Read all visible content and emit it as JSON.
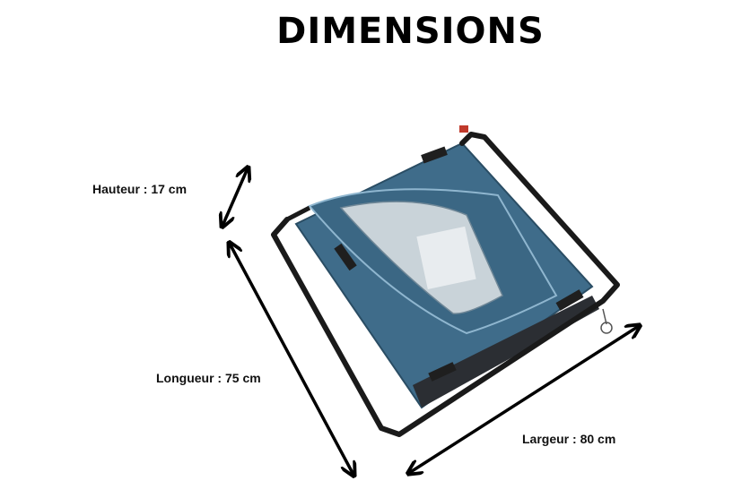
{
  "title": "DIMENSIONS",
  "dimensions": {
    "height_label": "Hauteur :  17 cm",
    "length_label": "Longueur : 75 cm",
    "width_label": "Largeur : 80 cm"
  },
  "colors": {
    "fabric": "#3f6c8a",
    "fabric_dark": "#2e5570",
    "frame": "#1a1a1a",
    "arrow": "#000000"
  }
}
